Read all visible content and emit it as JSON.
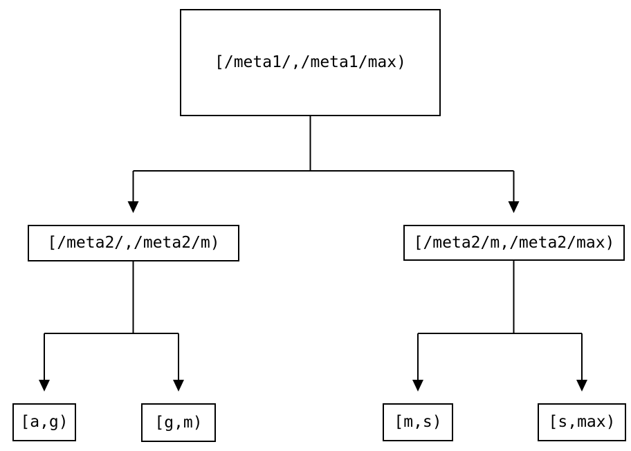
{
  "diagram": {
    "type": "binary-interval-tree",
    "colors": {
      "background": "#ffffff",
      "line": "#000000",
      "text": "#000000",
      "node_border": "#000000",
      "node_fill": "#ffffff"
    },
    "nodes": {
      "root": {
        "id": "root",
        "label": "[/meta1/,/meta1/max)"
      },
      "left": {
        "id": "left",
        "label": "[/meta2/,/meta2/m)"
      },
      "right": {
        "id": "right",
        "label": "[/meta2/m,/meta2/max)"
      },
      "left_left": {
        "id": "left_left",
        "label": "[a,g)"
      },
      "left_right": {
        "id": "left_right",
        "label": "[g,m)"
      },
      "right_left": {
        "id": "right_left",
        "label": "[m,s)"
      },
      "right_right": {
        "id": "right_right",
        "label": "[s,max)"
      }
    },
    "edges": [
      {
        "from": "root",
        "to": "left"
      },
      {
        "from": "root",
        "to": "right"
      },
      {
        "from": "left",
        "to": "left_left"
      },
      {
        "from": "left",
        "to": "left_right"
      },
      {
        "from": "right",
        "to": "right_left"
      },
      {
        "from": "right",
        "to": "right_right"
      }
    ],
    "edge_style": "orthogonal",
    "arrowhead": "filled-triangle-down"
  }
}
